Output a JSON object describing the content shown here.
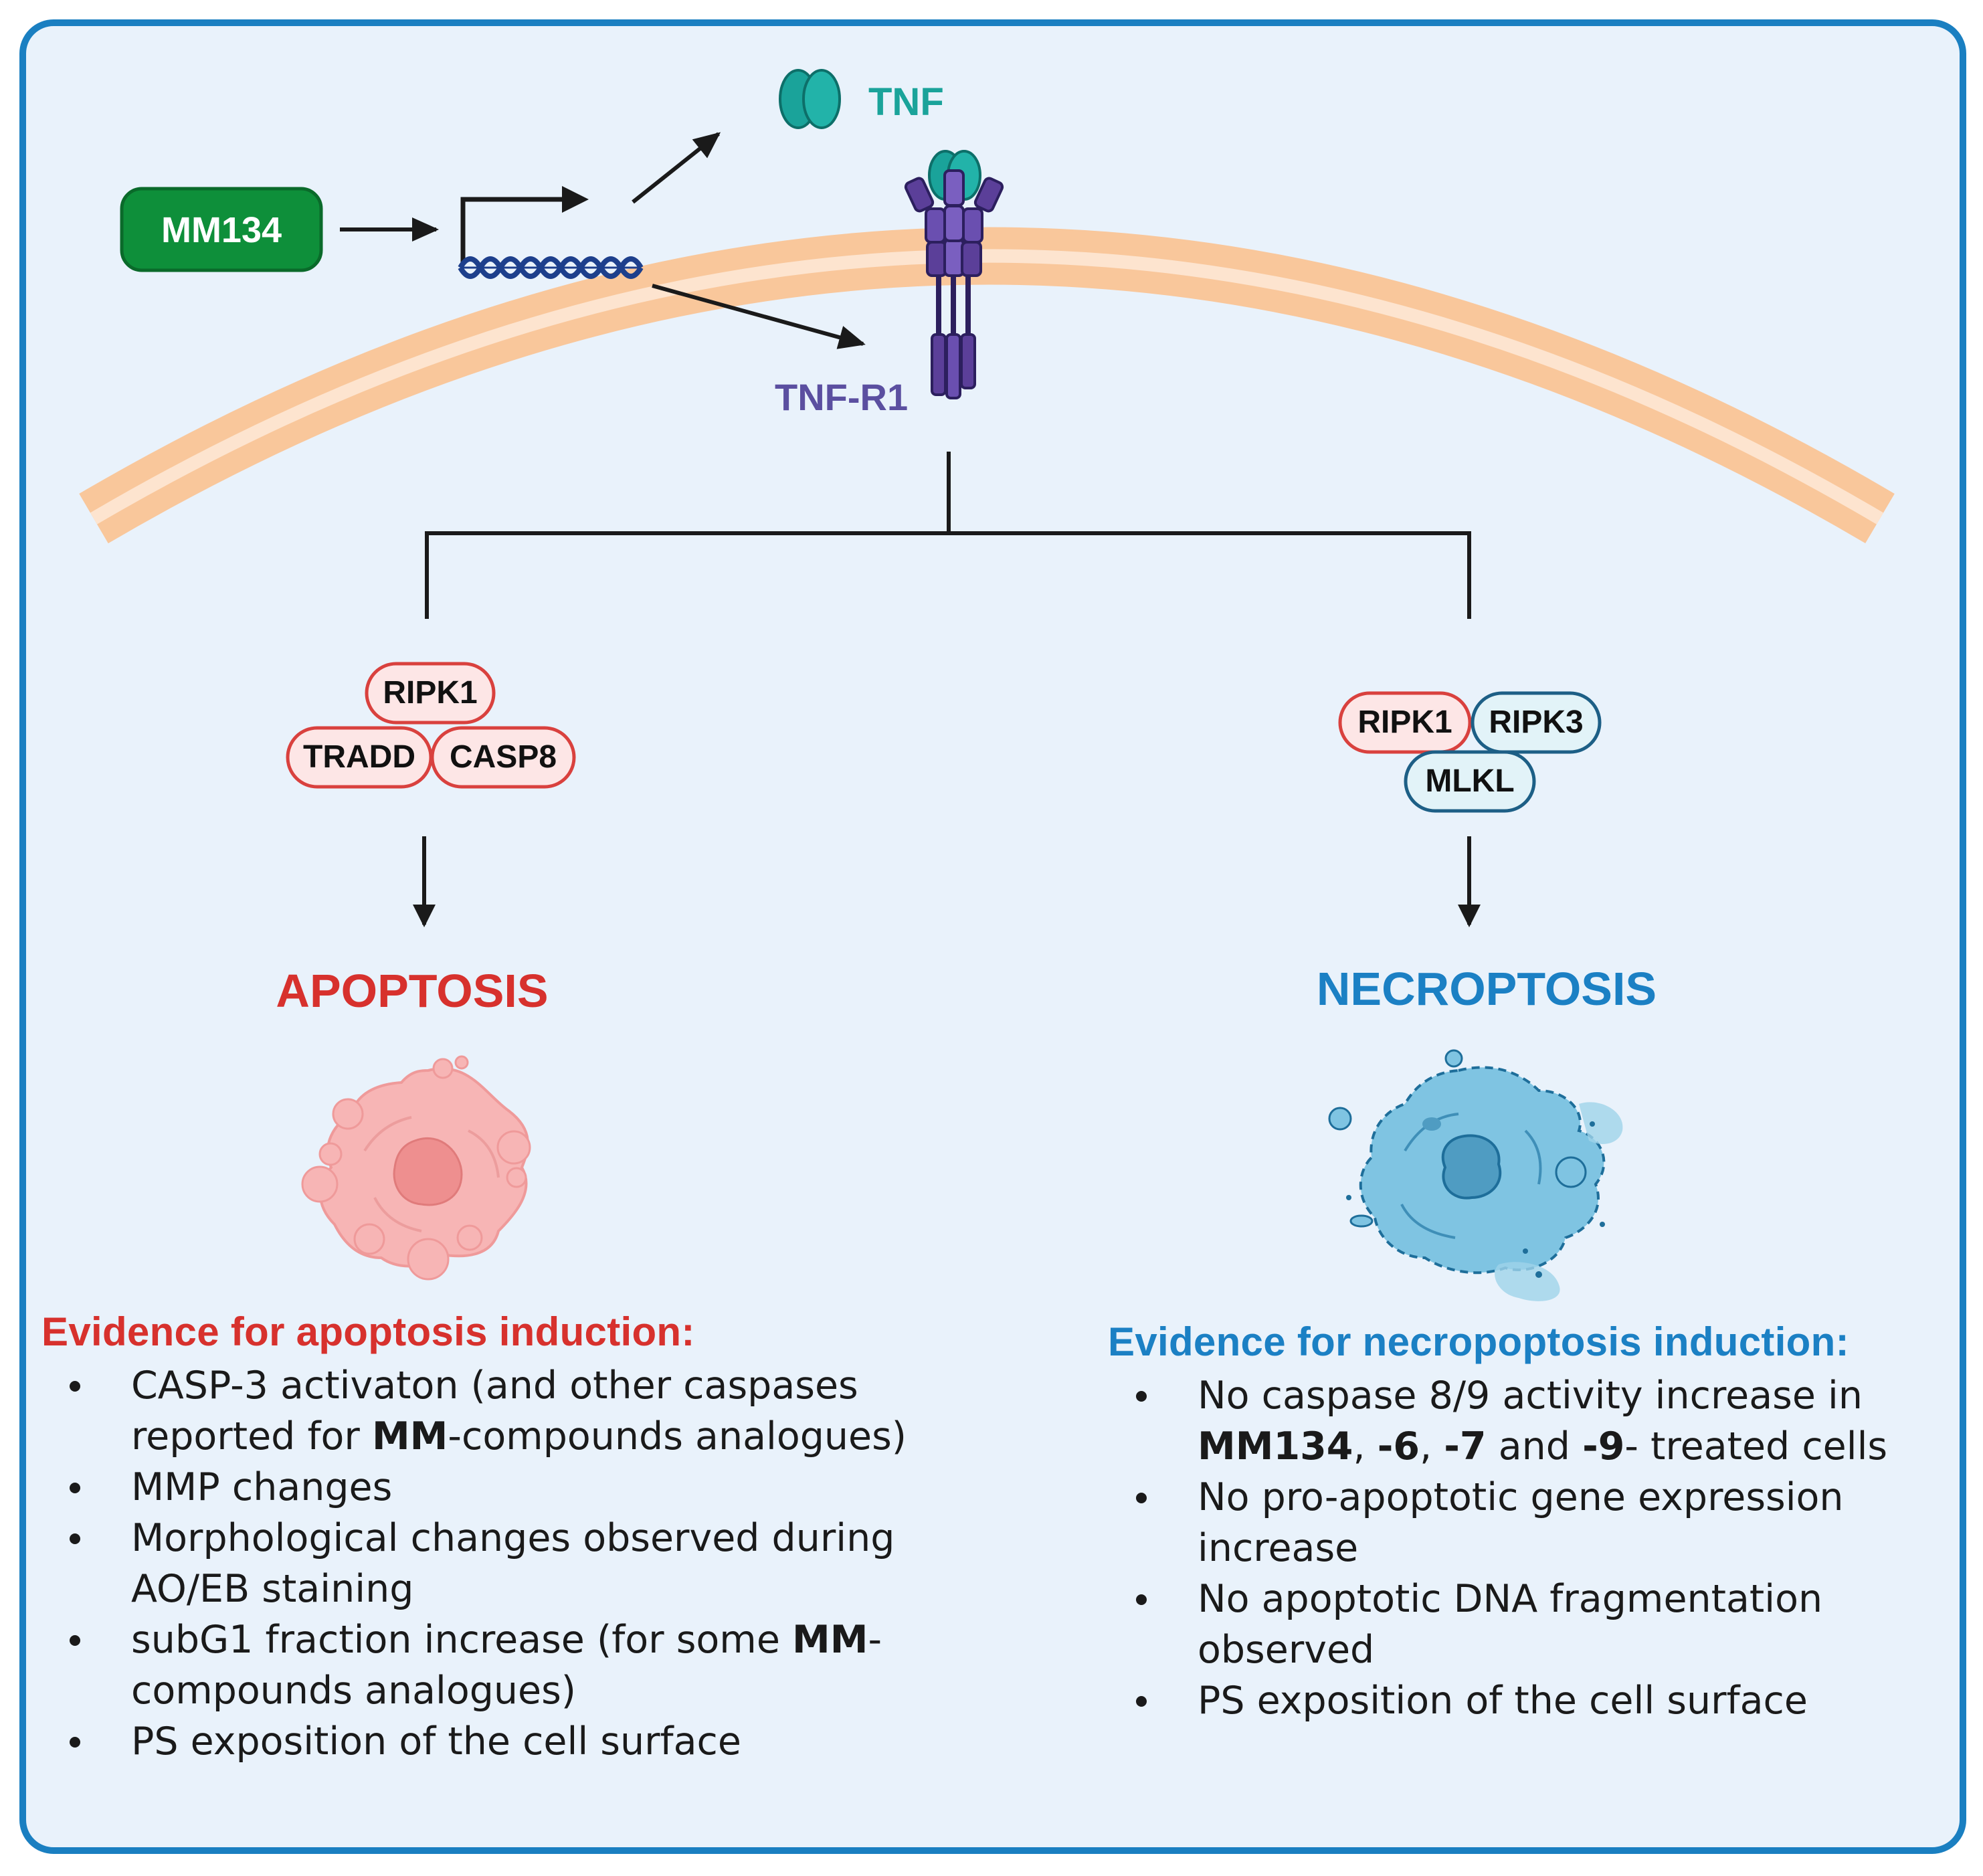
{
  "compound": "MM134",
  "ligand": "TNF",
  "receptor": "TNF-R1",
  "apoptosis_complex": [
    "RIPK1",
    "TRADD",
    "CASP8"
  ],
  "necroptosis_complex": [
    "RIPK1",
    "RIPK3",
    "MLKL"
  ],
  "apoptosis_title": "APOPTOSIS",
  "necroptosis_title": "NECROPTOSIS",
  "apoptosis_evidence": {
    "heading": "Evidence for apoptosis induction:",
    "items": [
      {
        "text": "CASP-3 activaton (and other caspases reported for ",
        "bold": "MM",
        "tail": "-compounds analogues)"
      },
      {
        "text": "MMP changes"
      },
      {
        "text": "Morphological changes observed during AO/EB staining"
      },
      {
        "text": "subG1 fraction increase (for some ",
        "bold": "MM",
        "tail": "-compounds analogues)"
      },
      {
        "text": "PS exposition of the cell surface"
      }
    ]
  },
  "necroptosis_evidence": {
    "heading": "Evidence for necropoptosis induction:",
    "items": [
      {
        "text": "No caspase 8/9 activity increase in ",
        "bold_parts": [
          "MM134",
          ", ",
          "-6",
          ", ",
          "-7",
          " and ",
          "-9",
          "- treated cells"
        ]
      },
      {
        "text": "No pro-apoptotic gene expression increase"
      },
      {
        "text": "No apoptotic DNA fragmentation observed"
      },
      {
        "text": "PS exposition of the cell surface"
      }
    ]
  },
  "colors": {
    "frame_border": "#1a7fc1",
    "frame_fill": "#e9f2fb",
    "membrane": "#f9c79b",
    "compound_fill": "#0e8f3a",
    "tnf": "#1aa39a",
    "receptor": "#5b3f99",
    "apoptosis": "#d7312d",
    "necroptosis": "#1b80c4",
    "pink_pill_fill": "#fde6e6",
    "pink_pill_stroke": "#d9413e",
    "blue_pill_fill": "#e2f3f8",
    "blue_pill_stroke": "#1d5f86"
  }
}
